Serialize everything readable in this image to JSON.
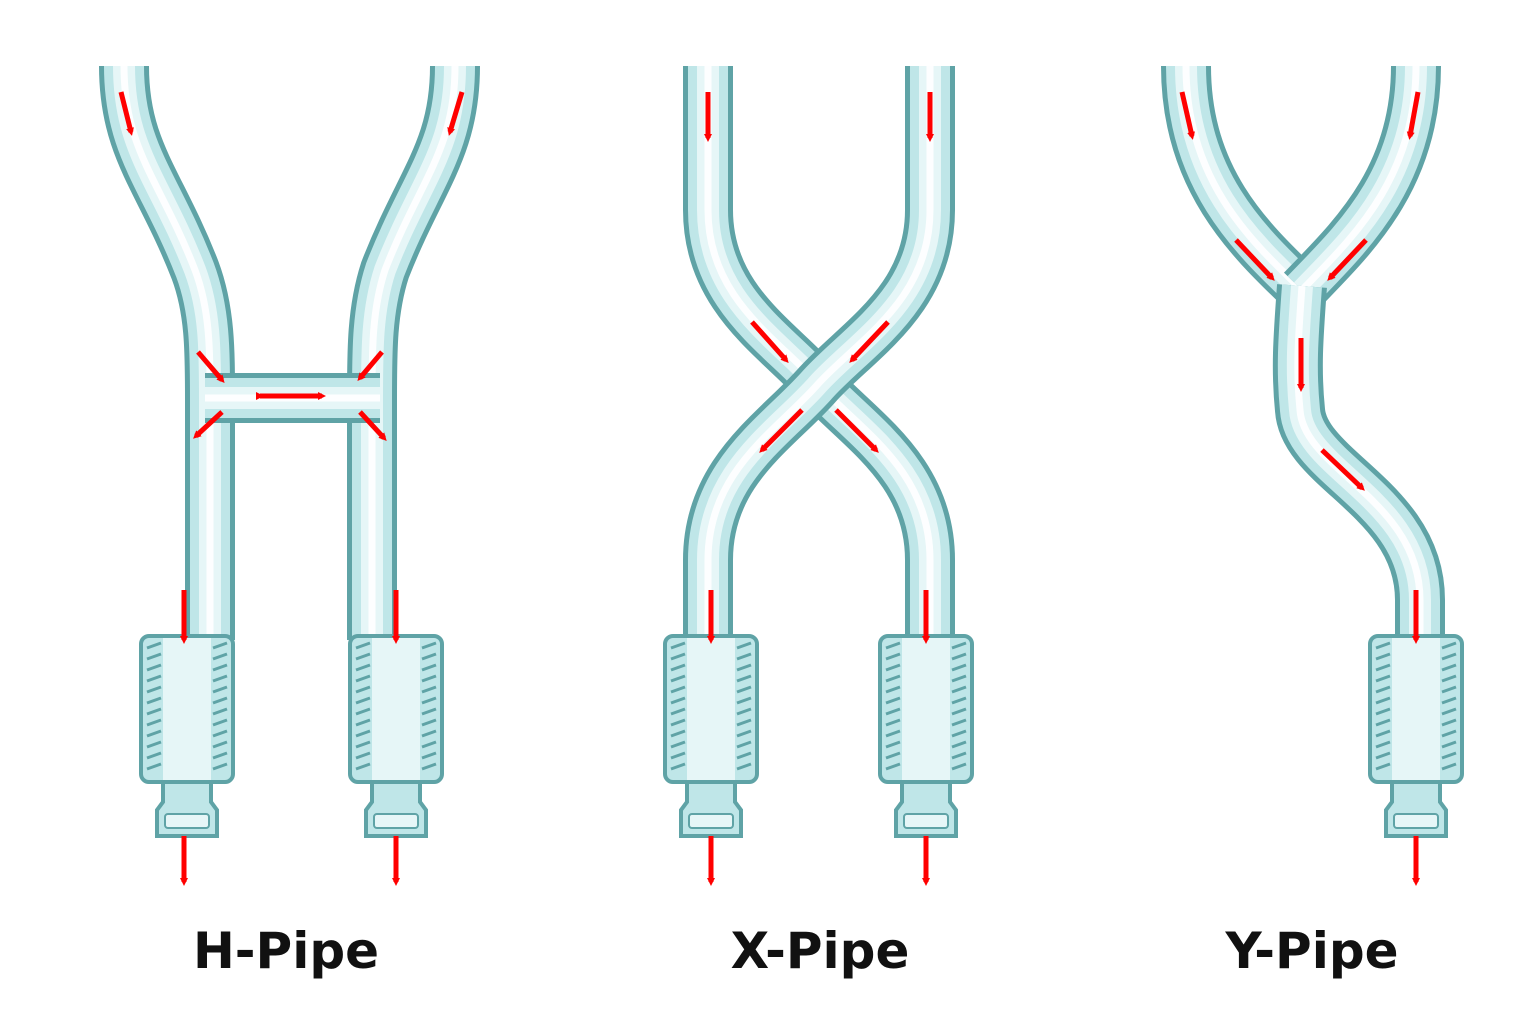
{
  "labels": {
    "h_pipe": "H-Pipe",
    "x_pipe": "X-Pipe",
    "y_pipe": "Y-Pipe"
  },
  "colors": {
    "pipe_outline": "#5fa3a6",
    "pipe_fill": "#bfe6e8",
    "pipe_highlight": "#ffffff",
    "flow_arrow": "#ff0000",
    "background": "#ffffff",
    "label_text": "#111111"
  },
  "icons": {
    "flow": "red-flow-arrow",
    "muffler": "ribbed-muffler-tip"
  }
}
